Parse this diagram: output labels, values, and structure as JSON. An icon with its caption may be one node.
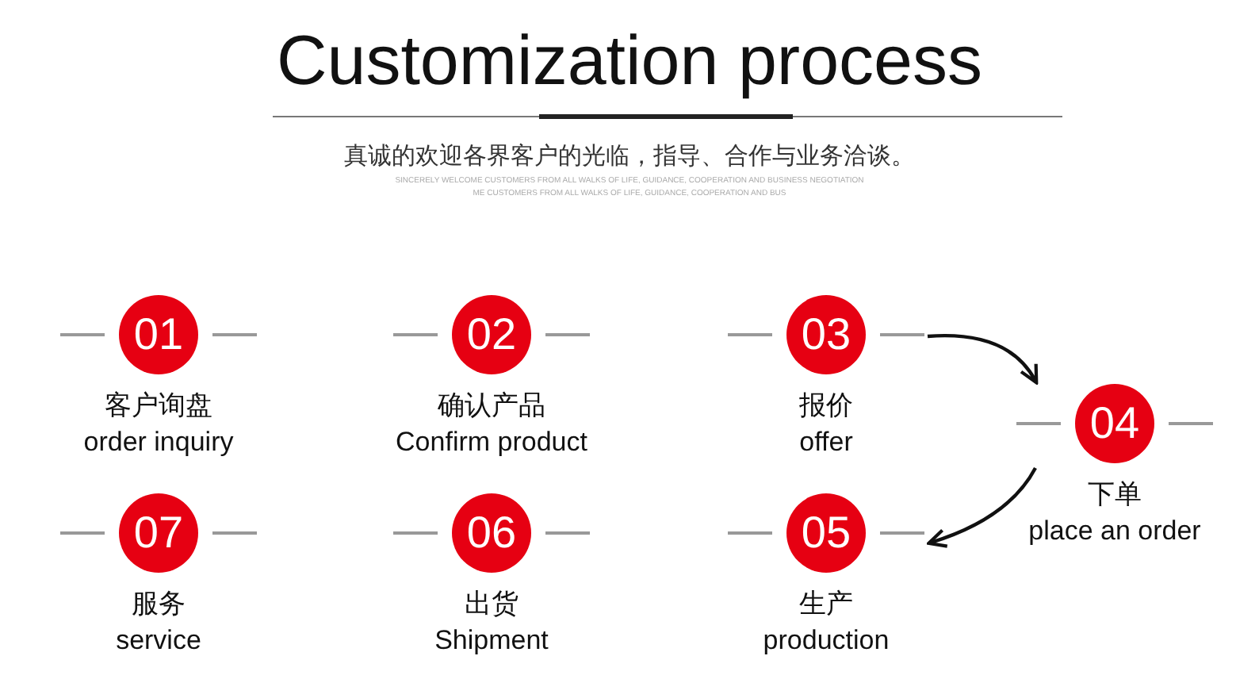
{
  "diagram": {
    "title": "Customization process",
    "nodes": [
      {
        "text": [
          "01"
        ],
        "beside": [
          "客户询盘",
          "order inquiry"
        ]
      },
      {
        "text": [
          "02"
        ],
        "beside": [
          "确认产品",
          "Confirm product"
        ]
      },
      {
        "text": [
          "03"
        ],
        "beside": [
          "报价",
          "offer"
        ]
      },
      {
        "text": [
          "04"
        ],
        "beside": [
          "下单",
          "place an order"
        ]
      },
      {
        "text": [
          "05"
        ],
        "beside": [
          "生产",
          "production"
        ]
      },
      {
        "text": [
          "06"
        ],
        "beside": [
          "出货",
          "Shipment"
        ]
      },
      {
        "text": [
          "07"
        ],
        "beside": [
          "服务",
          "service"
        ]
      }
    ],
    "edges": [
      {
        "from": 2,
        "to": 3,
        "arrow": "to"
      },
      {
        "from": 3,
        "to": 4,
        "arrow": "to"
      }
    ],
    "labels": [
      "真诚的欢迎各界客户的光临，指导、合作与业务洽谈。",
      "SINCERELY WELCOME CUSTOMERS FROM ALL WALKS OF LIFE, GUIDANCE, COOPERATION AND BUSINESS NEGOTIATION",
      "ME CUSTOMERS FROM ALL WALKS OF LIFE, GUIDANCE, COOPERATION AND BUS"
    ]
  }
}
